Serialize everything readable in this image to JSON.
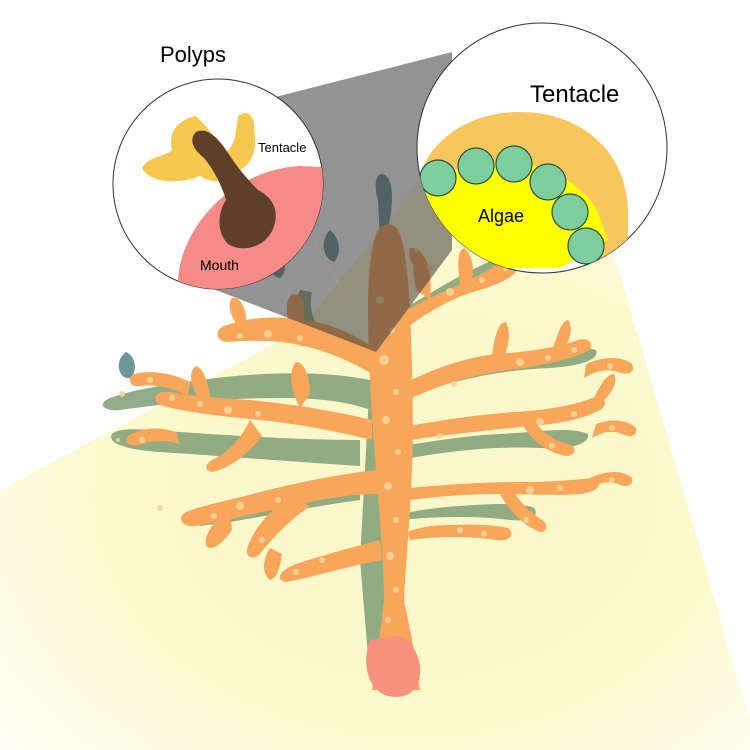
{
  "labels": {
    "polyps": "Polyps",
    "tentacle_small": "Tentacle",
    "mouth": "Mouth",
    "tentacle_large": "Tentacle",
    "algae": "Algae"
  },
  "colors": {
    "coral_front": "#f9a55a",
    "coral_back": "#7f9e77",
    "coral_base": "#f7917b",
    "bubble": "#f5d59a",
    "light_beam": "#fbf7b0",
    "magnifier_beam": "#4a4a4a",
    "polyp_tentacle": "#f7c84f",
    "polyp_body": "#5e3f2a",
    "polyp_mouth": "#f58a86",
    "tentacle_bg": "#f7c75e",
    "algae_bg": "#ffff00",
    "algae_cell": "#7ccf9c",
    "teal_tip": "#5e8c90"
  },
  "icons": {
    "magnifier_polyps": "magnified-polyp-icon",
    "magnifier_tentacle": "magnified-tentacle-icon",
    "coral": "coral-icon"
  }
}
